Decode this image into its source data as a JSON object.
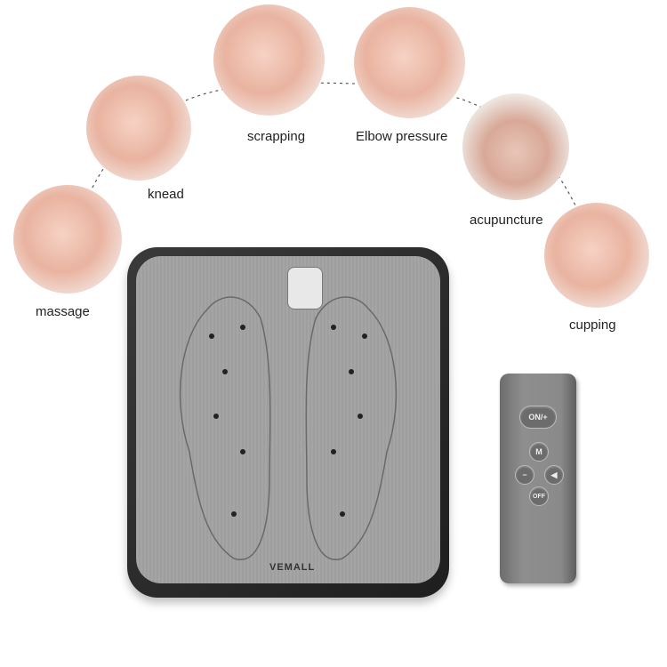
{
  "techniques": [
    {
      "label": "massage"
    },
    {
      "label": "knead"
    },
    {
      "label": "scrapping"
    },
    {
      "label": "Elbow pressure"
    },
    {
      "label": "acupuncture"
    },
    {
      "label": "cupping"
    }
  ],
  "mat": {
    "brand": "VEMALL"
  },
  "remote": {
    "on_label": "ON/+",
    "mode_label": "M",
    "minus_label": "−",
    "volume_label": "◀",
    "off_label": "OFF"
  }
}
